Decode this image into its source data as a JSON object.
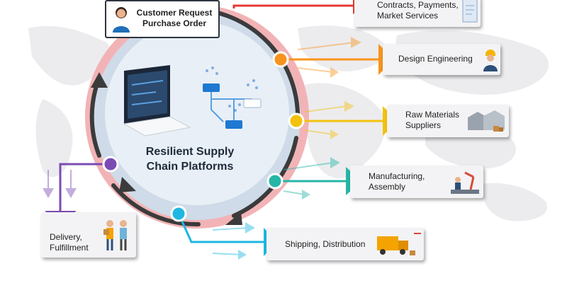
{
  "center": {
    "title": "Resilient Supply\nChain Platforms"
  },
  "request": {
    "label": "Customer Request\nPurchase Order"
  },
  "nodes": [
    {
      "label": "Contracts, Payments,\nMarket Services",
      "color": "#e53935",
      "icon": "document-icon"
    },
    {
      "label": "Design Engineering",
      "color": "#f7941d",
      "icon": "engineer-icon"
    },
    {
      "label": "Raw Materials\nSuppliers",
      "color": "#f4c20d",
      "icon": "warehouse-icon"
    },
    {
      "label": "Manufacturing,\nAssembly",
      "color": "#26b6a6",
      "icon": "robot-arm-icon"
    },
    {
      "label": "Shipping, Distribution",
      "color": "#1fb7e0",
      "icon": "truck-icon"
    },
    {
      "label": "Delivery,\nFulfillment",
      "color": "#7b4bb3",
      "icon": "delivery-person-icon"
    }
  ]
}
